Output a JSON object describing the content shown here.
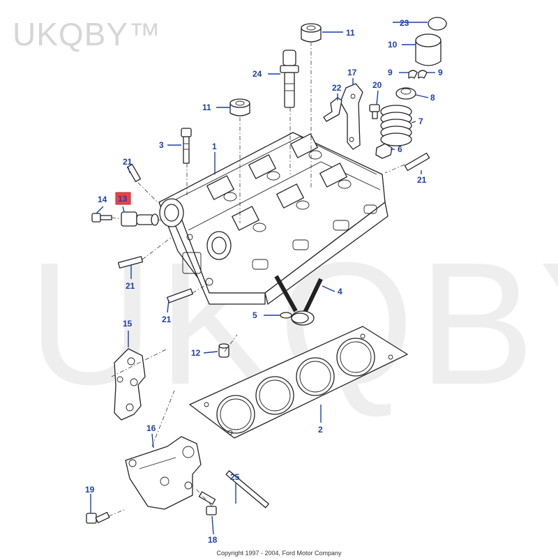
{
  "brand": "UKQBY™",
  "watermark": "UKQBY™",
  "copyright": "Copyright 1997 - 2004, Ford Motor Company",
  "highlight_color": "#e8434a",
  "label_color": "#1a3fa8",
  "callouts": {
    "c1": "1",
    "c2": "2",
    "c3": "3",
    "c4": "4",
    "c5": "5",
    "c6": "6",
    "c7": "7",
    "c8": "8",
    "c9a": "9",
    "c9b": "9",
    "c10": "10",
    "c11a": "11",
    "c11b": "11",
    "c12": "12",
    "c13": "13",
    "c14": "14",
    "c15": "15",
    "c16": "16",
    "c17": "17",
    "c18": "18",
    "c19": "19",
    "c20": "20",
    "c21a": "21",
    "c21b": "21",
    "c21c": "21",
    "c21d": "21",
    "c22": "22",
    "c23": "23",
    "c24": "24",
    "c25": "25"
  }
}
